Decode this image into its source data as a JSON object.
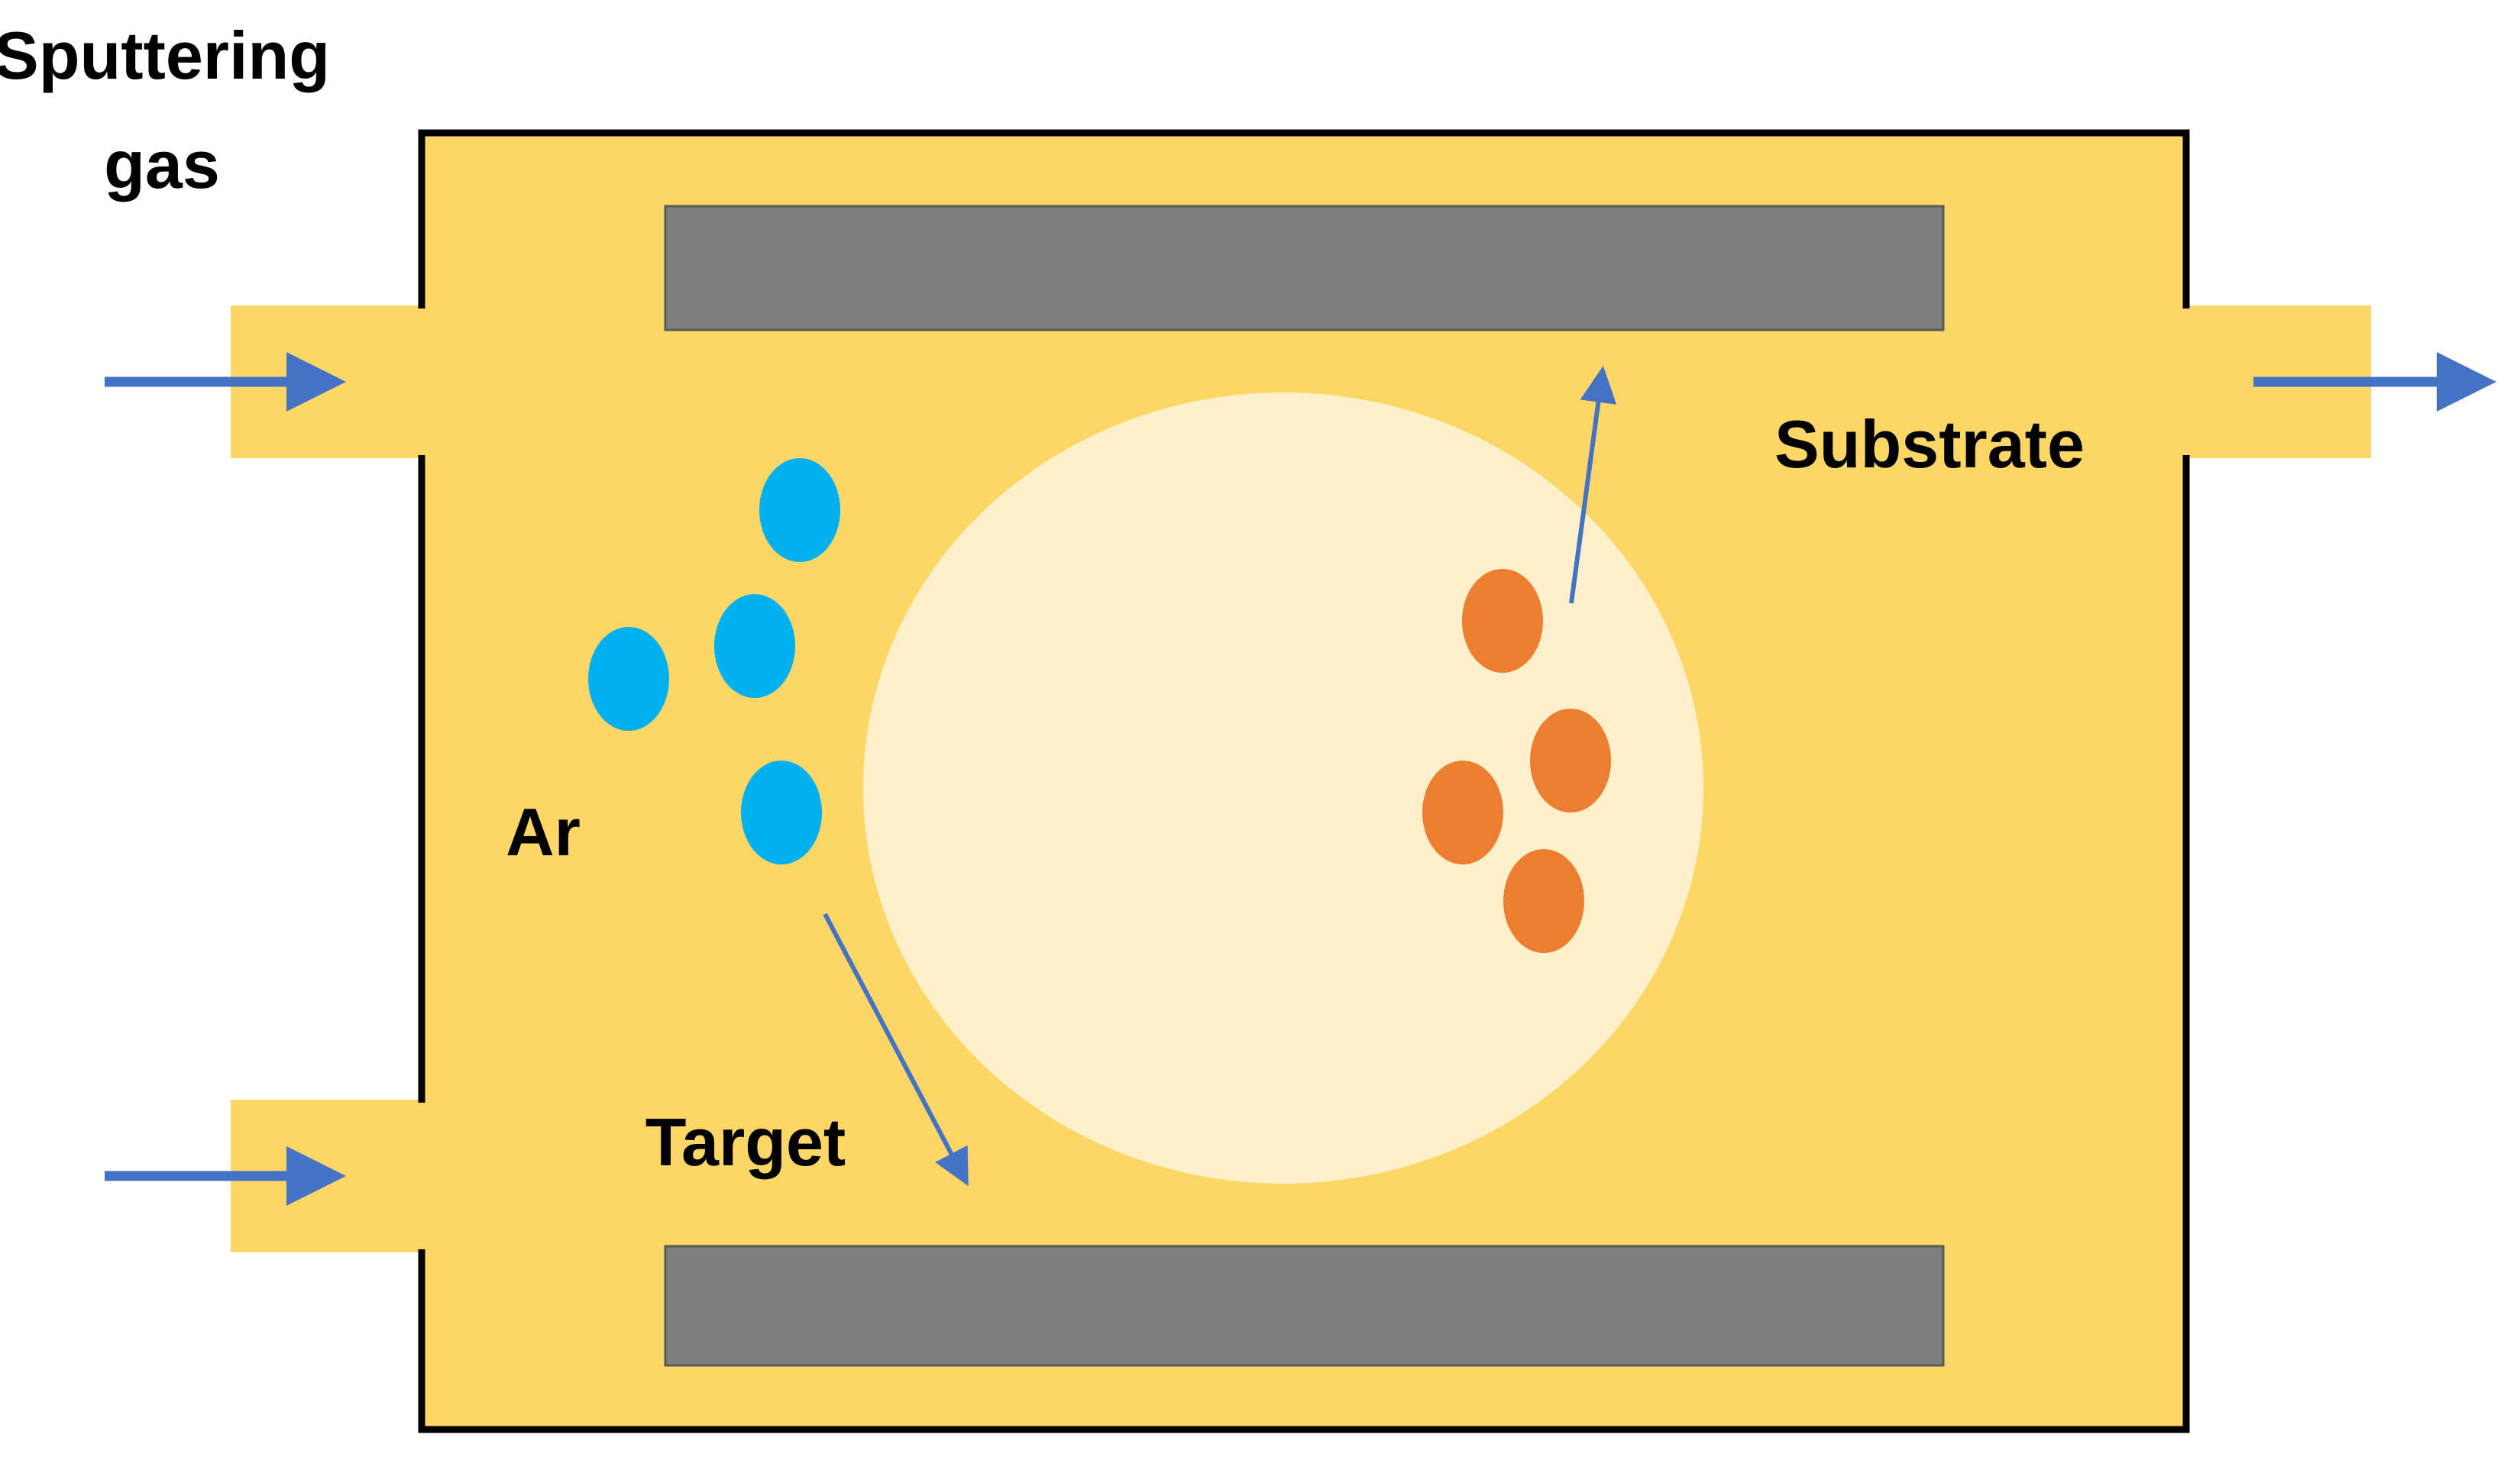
{
  "labels": {
    "gas_line1": "Sputtering",
    "gas_line2": "gas",
    "substrate": "Substrate",
    "ar": "Ar",
    "target": "Target"
  },
  "colors": {
    "chamber_fill": "#FCD766",
    "chamber_stroke": "#000000",
    "electrode": "#7F7F7F",
    "plasma": "#FEF0CB",
    "argon": "#00B0F0",
    "sputtered_atom": "#ED7D31",
    "arrow": "#4472C4"
  }
}
